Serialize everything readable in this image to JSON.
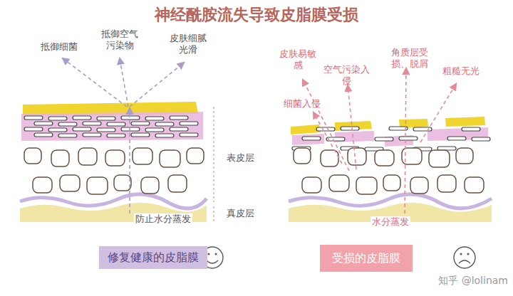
{
  "diagram": {
    "title": "神经酰胺流失导致皮脂膜受损",
    "nodes": [
      {
        "text": [
          "修复健康的皮脂膜"
        ]
      },
      {
        "text": [
          "受损的皮脂膜"
        ]
      }
    ],
    "labels": [
      "抵御细菌",
      "抵御空气污染物",
      "皮肤细腻光滑",
      "表皮层",
      "真皮层",
      "防止水分蒸发",
      "皮肤易敏感",
      "空气污染入侵",
      "角质层受损、脱屑",
      "粗糙无光",
      "细菌入侵",
      "水分蒸发",
      "知乎 @lolinam"
    ]
  }
}
